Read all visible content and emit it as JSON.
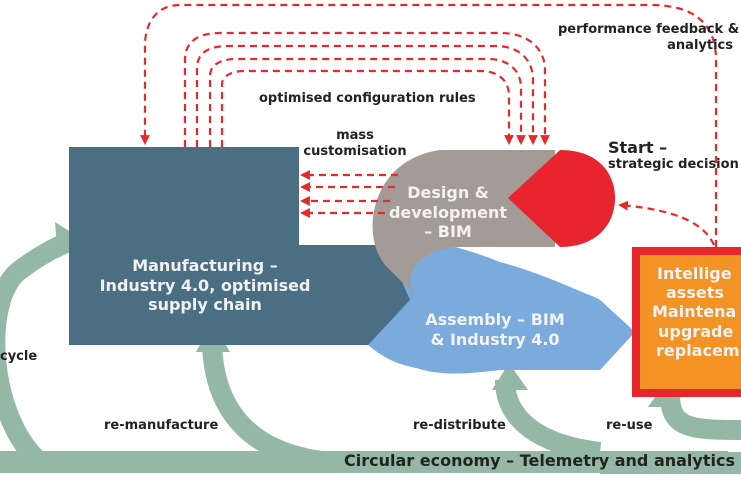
{
  "diagram": {
    "labels": {
      "performance_feedback_line1": "performance feedback &",
      "performance_feedback_line2": "analytics",
      "optimised_rules": "optimised configuration rules",
      "mass_line1": "mass",
      "mass_line2": "customisation",
      "start_line1": "Start –",
      "start_line2": "strategic decision",
      "recycle": "cycle",
      "remanufacture": "re-manufacture",
      "redistribute": "re-distribute",
      "reuse": "re-use",
      "circular_economy": "Circular economy – Telemetry and analytics"
    },
    "nodes": {
      "manufacturing": {
        "line1": "Manufacturing –",
        "line2": "Industry 4.0, optimised",
        "line3": "supply chain"
      },
      "design": {
        "line1": "Design &",
        "line2": "development",
        "line3": "– BIM"
      },
      "assembly": {
        "line1": "Assembly – BIM",
        "line2": "& Industry 4.0"
      },
      "intelligent_assets": {
        "line1": "Intellige",
        "line2": "assets",
        "line3": "Maintena",
        "line4": "upgrade",
        "line5": "replacem"
      }
    },
    "colors": {
      "manufacturing": "#4a6e82",
      "design": "#a39b96",
      "start": "#e8252f",
      "assembly": "#7aabdc",
      "assets_fill": "#f39325",
      "assets_border": "#e6252c",
      "circular": "#95b8a6",
      "feedback": "#e52a2e"
    }
  }
}
